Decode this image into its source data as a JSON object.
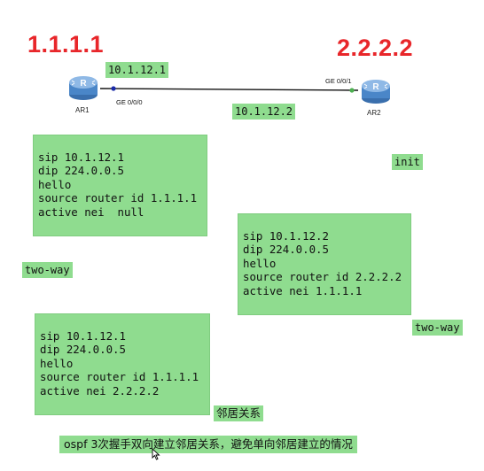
{
  "topology": {
    "r1": {
      "id_text": "1.1.1.1",
      "name": "AR1",
      "port": "GE 0/0/0",
      "ip": "10.1.12.1"
    },
    "r2": {
      "id_text": "2.2.2.2",
      "name": "AR2",
      "port": "GE 0/0/1",
      "ip": "10.1.12.2"
    },
    "link_color": "#111111",
    "router_color": "#4a86c8"
  },
  "states": {
    "init": "init",
    "two_way_left": "two-way",
    "two_way_right": "two-way"
  },
  "packets": [
    {
      "lines": [
        "sip 10.1.12.1",
        "dip 224.0.0.5",
        "hello",
        "source router id 1.1.1.1",
        "active nei  null"
      ]
    },
    {
      "lines": [
        "sip 10.1.12.2",
        "dip 224.0.0.5",
        "hello",
        "source router id 2.2.2.2",
        "active nei 1.1.1.1"
      ]
    },
    {
      "lines": [
        "sip 10.1.12.1",
        "dip 224.0.0.5",
        "hello",
        "source router id 1.1.1.1",
        "active nei 2.2.2.2"
      ]
    }
  ],
  "footer": {
    "title": "邻居关系",
    "note": "ospf 3次握手双向建立邻居关系，避免单向邻居建立的情况"
  },
  "colors": {
    "highlight": "#8fdc8f",
    "router_id": "#e8262a"
  }
}
